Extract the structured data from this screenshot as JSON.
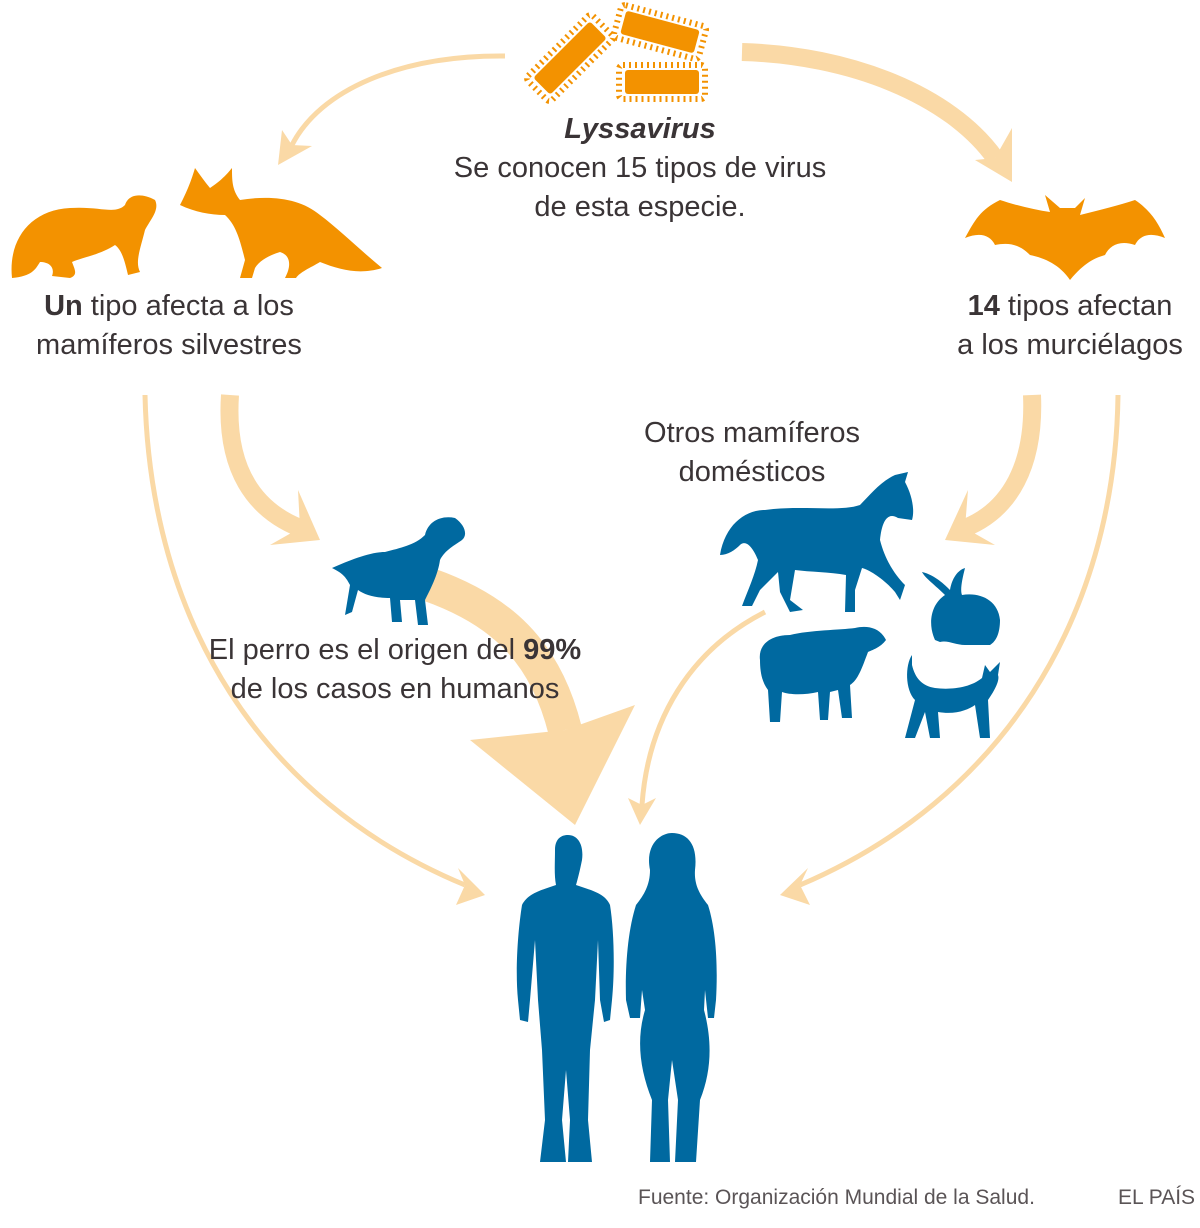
{
  "colors": {
    "orange": "#F39200",
    "blue": "#0069A0",
    "arrow": "#FAD9A6",
    "text": "#3a3436"
  },
  "virus": {
    "name": "Lyssavirus",
    "line1": "Se conocen 15 tipos de virus",
    "line2": "de esta especie."
  },
  "wild": {
    "bold": "Un",
    "line1_rest": " tipo afecta a los",
    "line2": "mamíferos silvestres"
  },
  "bats": {
    "bold": "14",
    "line1_rest": " tipos afectan",
    "line2": "a los murciélagos"
  },
  "domestic": {
    "line1": "Otros mamíferos",
    "line2": "domésticos"
  },
  "dog": {
    "line1_pre": "El perro es el origen del ",
    "bold": "99%",
    "line2": "de los casos en humanos"
  },
  "footer": {
    "source": "Fuente: Organización Mundial de la Salud.",
    "brand": "EL PAÍS"
  }
}
